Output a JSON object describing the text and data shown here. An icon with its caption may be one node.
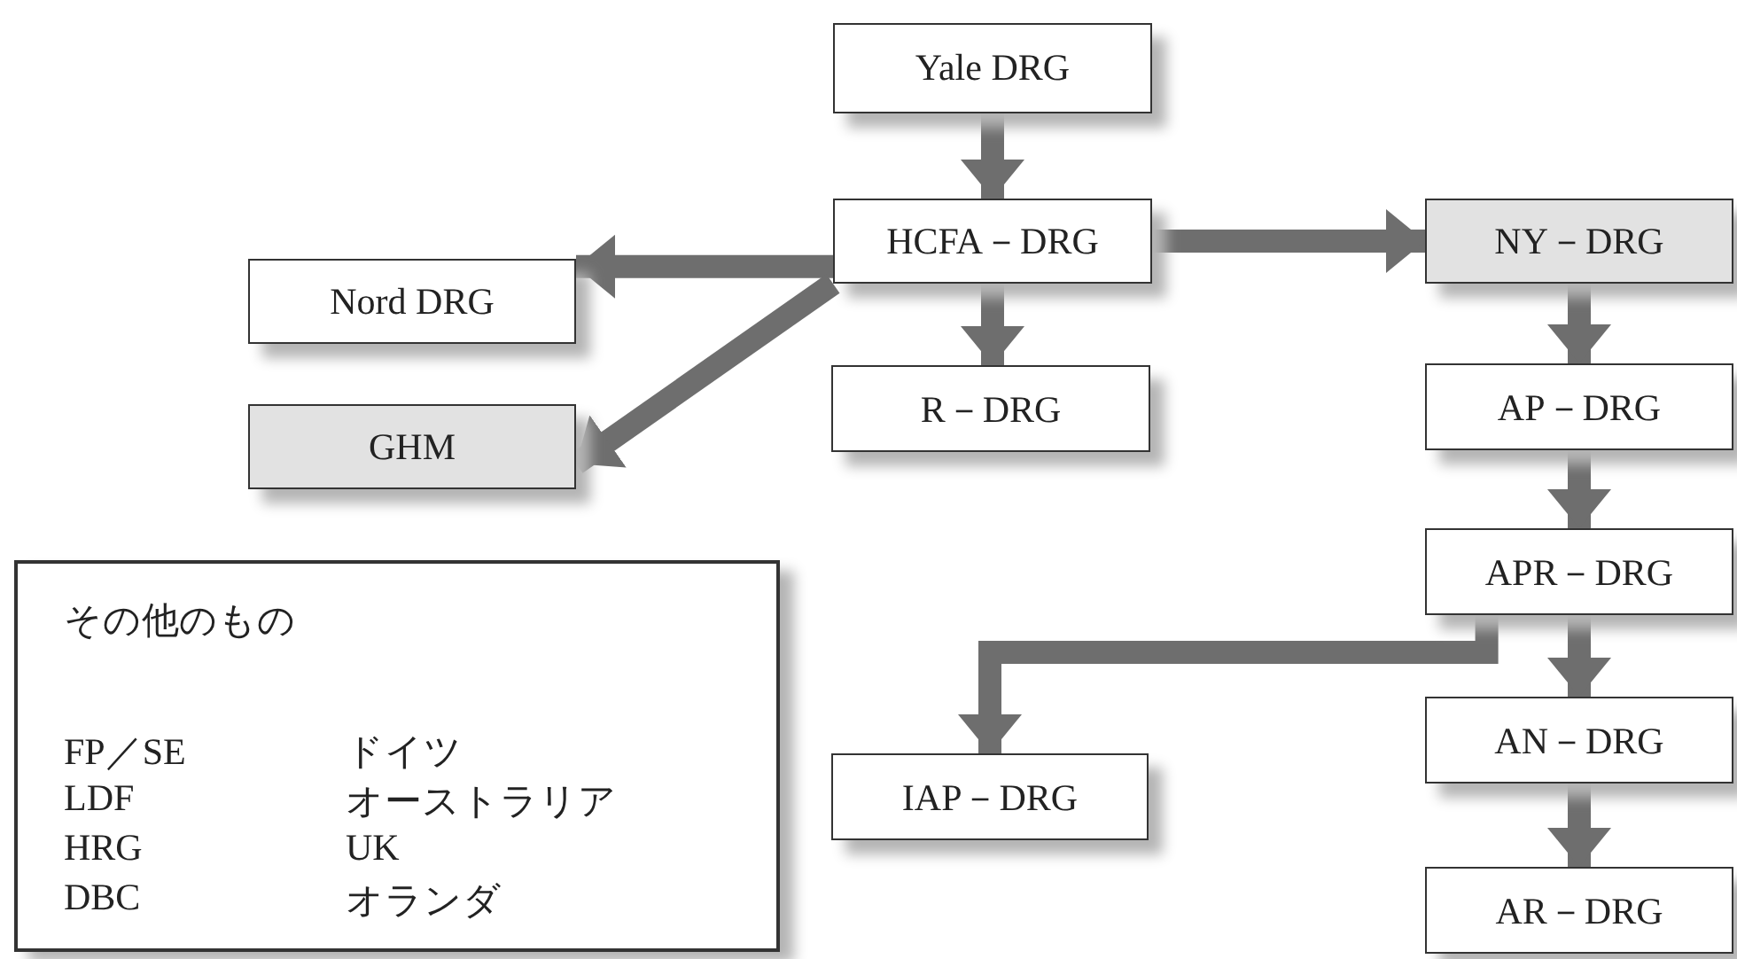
{
  "diagram": {
    "nodes": [
      {
        "text": [
          "Yale DRG"
        ]
      },
      {
        "text": [
          "Nord DRG"
        ]
      },
      {
        "text": [
          "HCFA－DRG"
        ]
      },
      {
        "text": [
          "NY－DRG"
        ]
      },
      {
        "text": [
          "GHM"
        ]
      },
      {
        "text": [
          "R－DRG"
        ]
      },
      {
        "text": [
          "AP－DRG"
        ]
      },
      {
        "text": [
          "その他のもの",
          "FP／SE",
          "ドイツ",
          "LDF",
          "オーストラリア",
          "HRG",
          "UK",
          "DBC",
          "オランダ"
        ]
      },
      {
        "text": [
          "APR－DRG"
        ]
      },
      {
        "text": [
          "IAP－DRG"
        ]
      },
      {
        "text": [
          "AN－DRG"
        ]
      },
      {
        "text": [
          "AR－DRG"
        ]
      }
    ],
    "edges": [
      {
        "from": 0,
        "to": 2,
        "arrow": "to"
      },
      {
        "from": 2,
        "to": 1,
        "arrow": "to"
      },
      {
        "from": 2,
        "to": 4,
        "arrow": "to"
      },
      {
        "from": 2,
        "to": 3,
        "arrow": "to"
      },
      {
        "from": 2,
        "to": 5,
        "arrow": "to"
      },
      {
        "from": 3,
        "to": 6,
        "arrow": "to"
      },
      {
        "from": 6,
        "to": 8,
        "arrow": "to"
      },
      {
        "from": 8,
        "to": 9,
        "arrow": "to"
      },
      {
        "from": 8,
        "to": 10,
        "arrow": "to"
      },
      {
        "from": 10,
        "to": 11,
        "arrow": "to"
      }
    ]
  }
}
